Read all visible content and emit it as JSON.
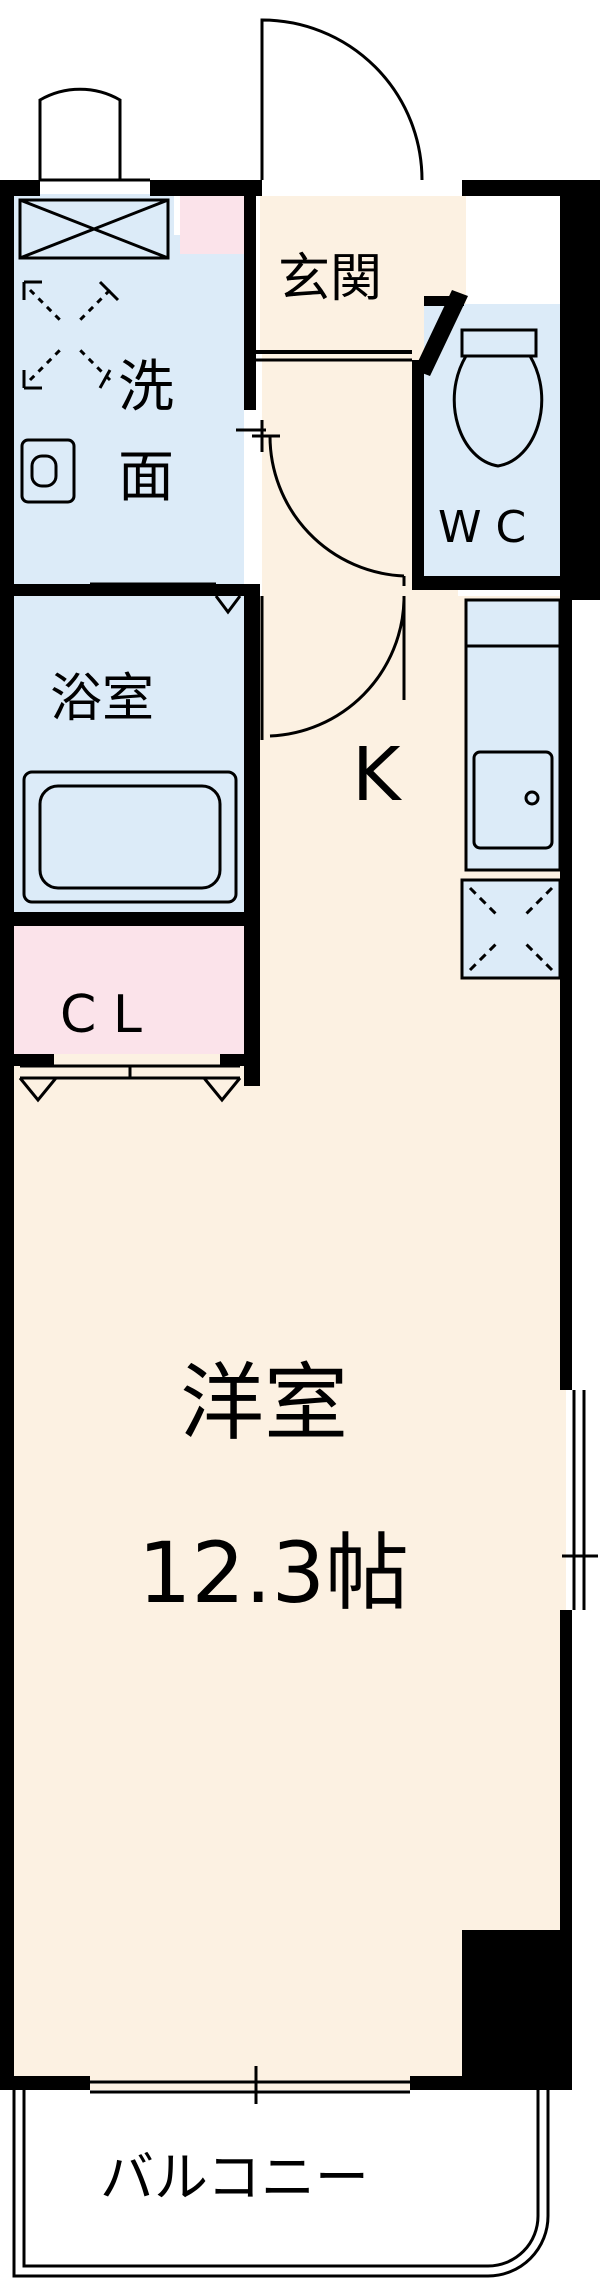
{
  "colors": {
    "wall": "#000000",
    "living_floor": "#fcf1e2",
    "wet_area": "#dcebf8",
    "storage": "#fbe3ea",
    "balcony": "#ffffff"
  },
  "rooms": {
    "entrance": "玄関",
    "washroom_line1": "洗",
    "washroom_line2": "面",
    "toilet": "W C",
    "bathroom": "浴室",
    "kitchen": "K",
    "closet": "C L",
    "western_room": "洋室",
    "western_room_size": "12.3帖",
    "balcony": "バルコニー"
  }
}
